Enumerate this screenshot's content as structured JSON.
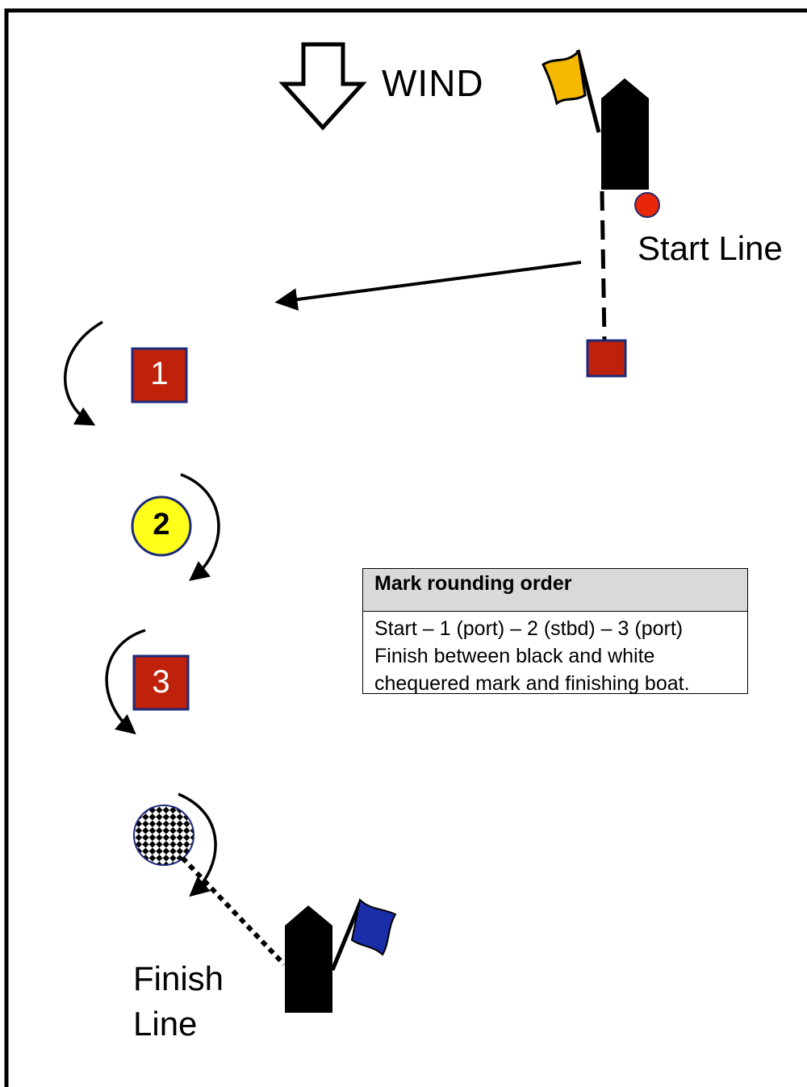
{
  "wind": {
    "label": "WIND"
  },
  "start": {
    "label": "Start Line"
  },
  "finish": {
    "label_line1": "Finish",
    "label_line2": "Line"
  },
  "marks": [
    {
      "number": "1",
      "shape": "square",
      "color": "#c0210b",
      "rounding": "port"
    },
    {
      "number": "2",
      "shape": "circle",
      "color": "#ffff1a",
      "rounding": "stbd"
    },
    {
      "number": "3",
      "shape": "square",
      "color": "#c0210b",
      "rounding": "port"
    }
  ],
  "order_box": {
    "title": "Mark rounding order",
    "lines": [
      "Start – 1 (port) – 2 (stbd) – 3 (port)",
      "Finish between black and white",
      "chequered mark and finishing boat."
    ]
  },
  "colors": {
    "start_flag": "#f5b800",
    "finish_flag": "#1a2ea8",
    "start_pin_buoy": "#e8260a",
    "mark_border": "#1c2a7a",
    "boat": "#000000"
  },
  "icons": [
    "wind-arrow-icon",
    "committee-boat-icon",
    "flag-icon",
    "chequered-mark-icon",
    "rounding-arrow-icon"
  ]
}
